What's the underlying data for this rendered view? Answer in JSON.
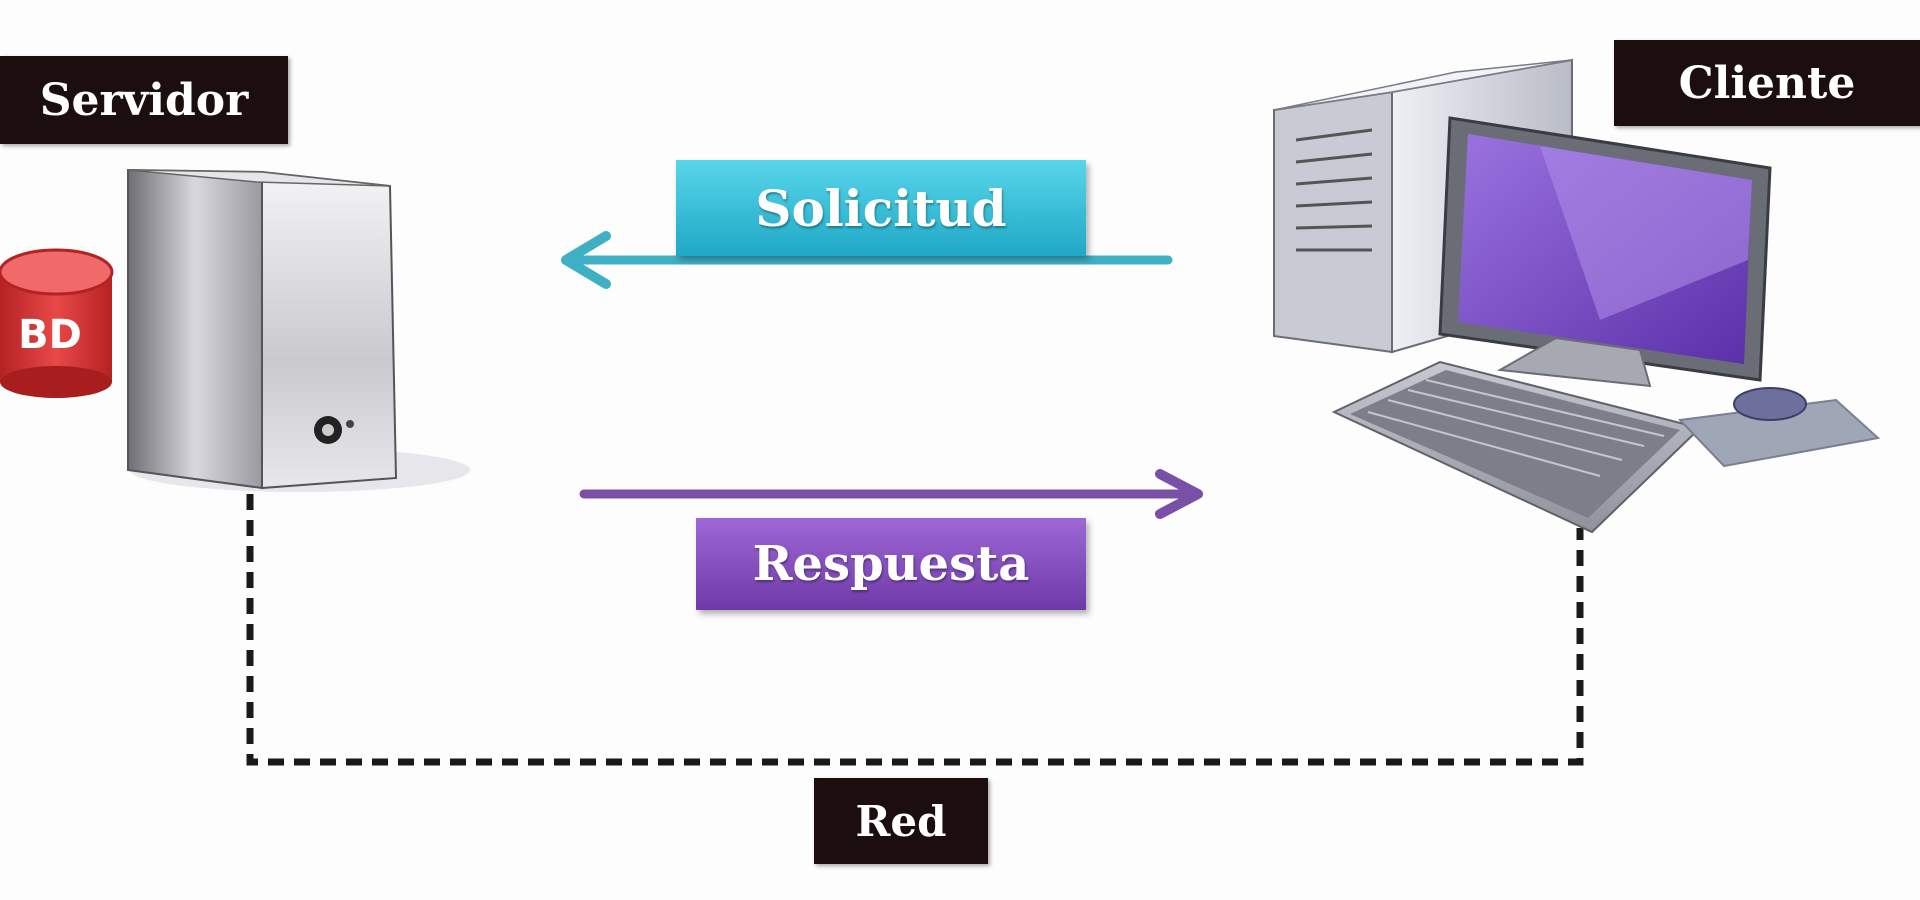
{
  "labels": {
    "servidor": "Servidor",
    "cliente": "Cliente",
    "solicitud": "Solicitud",
    "respuesta": "Respuesta",
    "red": "Red",
    "bd": "BD"
  },
  "icons": {
    "server": "server-tower-icon",
    "database": "database-icon",
    "client": "desktop-computer-icon"
  },
  "colors": {
    "solicitud": "#2bb8d2",
    "respuesta": "#7f49b8",
    "label_bg": "#1c0e0e",
    "database": "#d93a3a",
    "network_line": "#1a1a1a"
  }
}
